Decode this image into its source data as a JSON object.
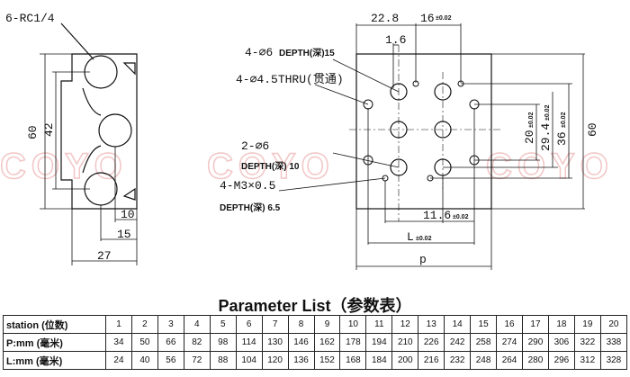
{
  "drawing": {
    "left_view": {
      "port_callout": "6-RC1/4",
      "height_dim": "60",
      "pitch_dim": "42",
      "dim_10": "10",
      "dim_15": "15",
      "width_dim": "27"
    },
    "right_view": {
      "dim_22_8": "22.8",
      "dim_16": "16",
      "tol_16": "±0.02",
      "dim_1_6": "1.6",
      "note_6_holes": "4-⌀6",
      "note_6_depth": "DEPTH(深)15",
      "note_thru": "4-⌀4.5THRU(贯通)",
      "note_2_holes": "2-⌀6",
      "note_2_depth": "DEPTH(深) 10",
      "note_m3": "4-M3×0.5",
      "note_m3_depth": "DEPTH(深) 6.5",
      "dim_20": "20",
      "dim_29_4": "29.4",
      "dim_36": "36",
      "tol_v": "±0.02",
      "height_dim": "60",
      "dim_11_6": "11.6",
      "tol_11_6": "±0.02",
      "dim_L": "L",
      "tol_L": "±0.02",
      "dim_P": "p"
    },
    "watermark": "COYO"
  },
  "parameter_list": {
    "title": "Parameter List（参数表）",
    "rows": [
      {
        "label": "station (位数)",
        "values": [
          "1",
          "2",
          "3",
          "4",
          "5",
          "6",
          "7",
          "8",
          "9",
          "10",
          "11",
          "12",
          "13",
          "14",
          "15",
          "16",
          "17",
          "18",
          "19",
          "20"
        ]
      },
      {
        "label": "P:mm (毫米)",
        "values": [
          "34",
          "50",
          "66",
          "82",
          "98",
          "114",
          "130",
          "146",
          "162",
          "178",
          "194",
          "210",
          "226",
          "242",
          "258",
          "274",
          "290",
          "306",
          "322",
          "338"
        ]
      },
      {
        "label": "L:mm (毫米)",
        "values": [
          "24",
          "40",
          "56",
          "72",
          "88",
          "104",
          "120",
          "136",
          "152",
          "168",
          "184",
          "200",
          "216",
          "232",
          "248",
          "264",
          "280",
          "296",
          "312",
          "328"
        ]
      }
    ]
  }
}
